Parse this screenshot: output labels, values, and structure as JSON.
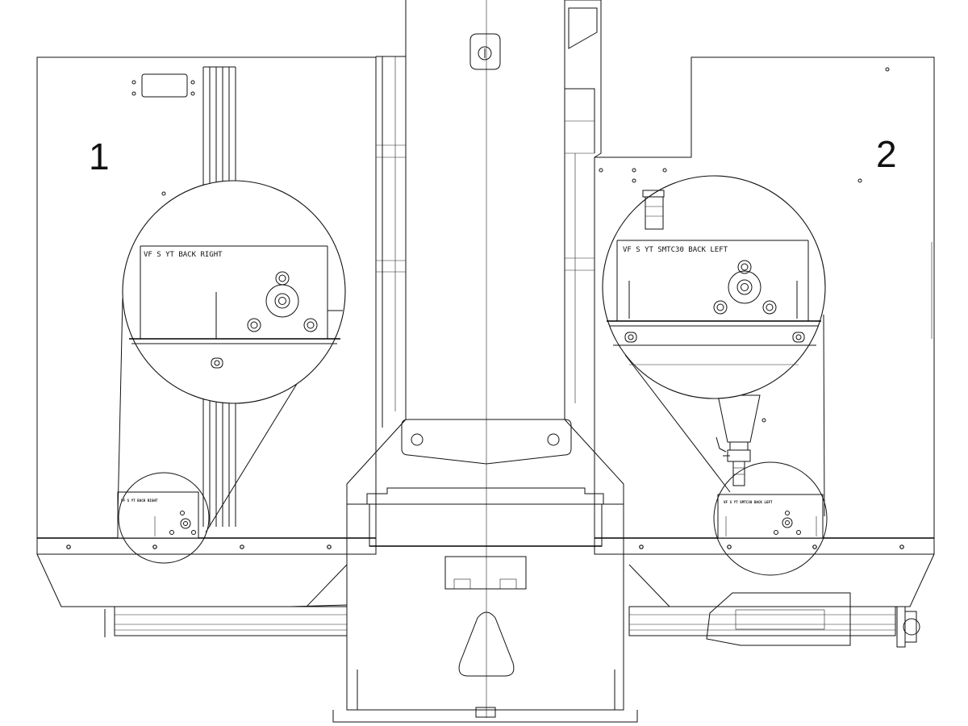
{
  "callouts": {
    "left": "1",
    "right": "2"
  },
  "labels": {
    "left_detail": "VF S YT BACK RIGHT",
    "left_small": "VF S YT BACK RIGHT",
    "right_detail": "VF S YT SMTC30 BACK LEFT",
    "right_small": "VF S YT SMTC30 BACK LEFT"
  }
}
